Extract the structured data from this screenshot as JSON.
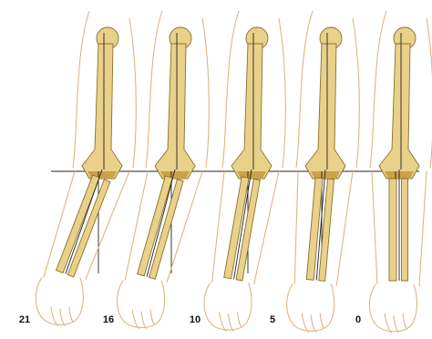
{
  "figure": {
    "colors": {
      "bone_fill": "#ead18a",
      "bone_shade": "#c9a24a",
      "bone_outline": "#8a6f2a",
      "skin_outline": "#e0b482",
      "axis_line": "#222222"
    },
    "arms": [
      {
        "angle_label": "21",
        "carrying_angle_deg": 21
      },
      {
        "angle_label": "16",
        "carrying_angle_deg": 16
      },
      {
        "angle_label": "10",
        "carrying_angle_deg": 10
      },
      {
        "angle_label": "5",
        "carrying_angle_deg": 5
      },
      {
        "angle_label": "0",
        "carrying_angle_deg": 0
      }
    ]
  }
}
